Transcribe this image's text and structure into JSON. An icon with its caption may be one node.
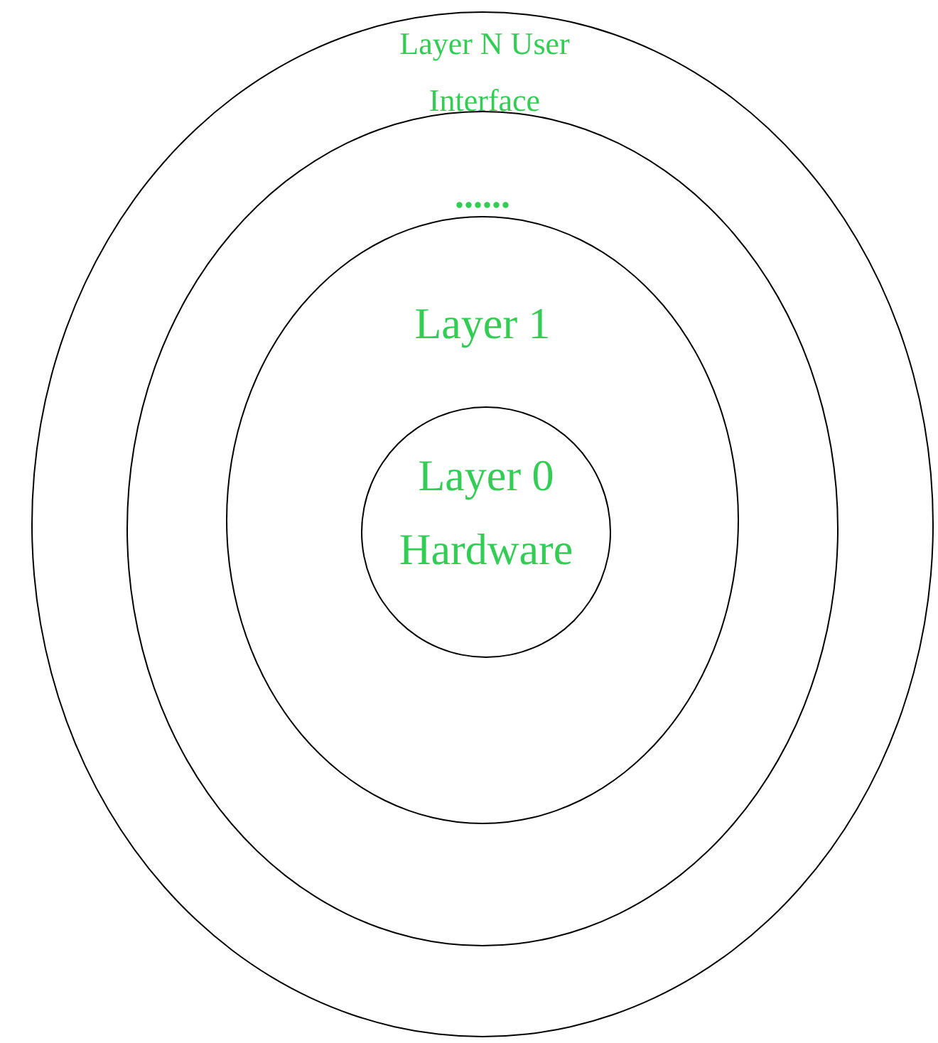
{
  "diagram": {
    "nodes": [
      {
        "text": [
          "Layer N User Interface"
        ]
      },
      {
        "text": [
          "......"
        ],
        "in": 0
      },
      {
        "text": [
          "Layer 1"
        ],
        "in": 1
      },
      {
        "text": [
          "Layer 0 Hardware"
        ],
        "in": 2
      }
    ]
  }
}
